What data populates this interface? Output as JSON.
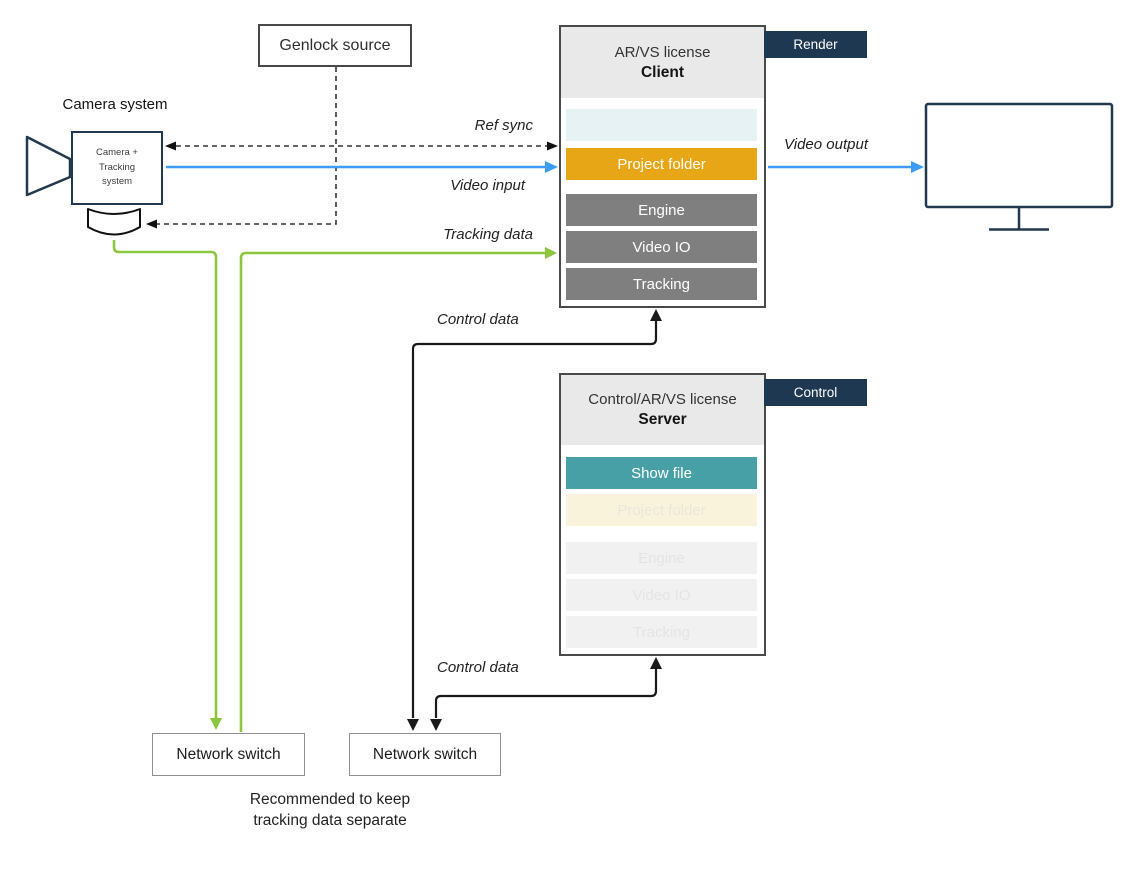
{
  "colors": {
    "accent_blue": "#3e9cf4",
    "accent_green": "#8cc63f",
    "accent_orange": "#e7a615",
    "accent_teal": "#47a0a5",
    "tag_navy": "#1d3850",
    "row_gray": "#7f7f7f",
    "row_cyan": "#e6f2f4",
    "row_cream": "#faf3dc",
    "row_faded": "#f1f1f1"
  },
  "camera": {
    "title": "Camera system",
    "body_label": "Camera +\nTracking\nsystem"
  },
  "genlock": {
    "label": "Genlock source"
  },
  "client_node": {
    "title_line1": "AR/VS license",
    "title_line2": "Client",
    "tag": "Render",
    "rows": [
      {
        "label": ""
      },
      {
        "label": "Project folder"
      },
      {
        "label": "Engine"
      },
      {
        "label": "Video IO"
      },
      {
        "label": "Tracking"
      }
    ]
  },
  "server_node": {
    "title_line1": "Control/AR/VS license",
    "title_line2": "Server",
    "tag": "Control",
    "rows": [
      {
        "label": "Show file"
      },
      {
        "label": "Project folder"
      },
      {
        "label": "Engine"
      },
      {
        "label": "Video IO"
      },
      {
        "label": "Tracking"
      }
    ]
  },
  "switches": {
    "left_label": "Network switch",
    "right_label": "Network switch"
  },
  "note": "Recommended to keep\ntracking data separate",
  "edges": {
    "ref_sync": "Ref sync",
    "video_input": "Video input",
    "tracking_data": "Tracking data",
    "video_output": "Video output",
    "control_data_top": "Control data",
    "control_data_bottom": "Control data"
  }
}
